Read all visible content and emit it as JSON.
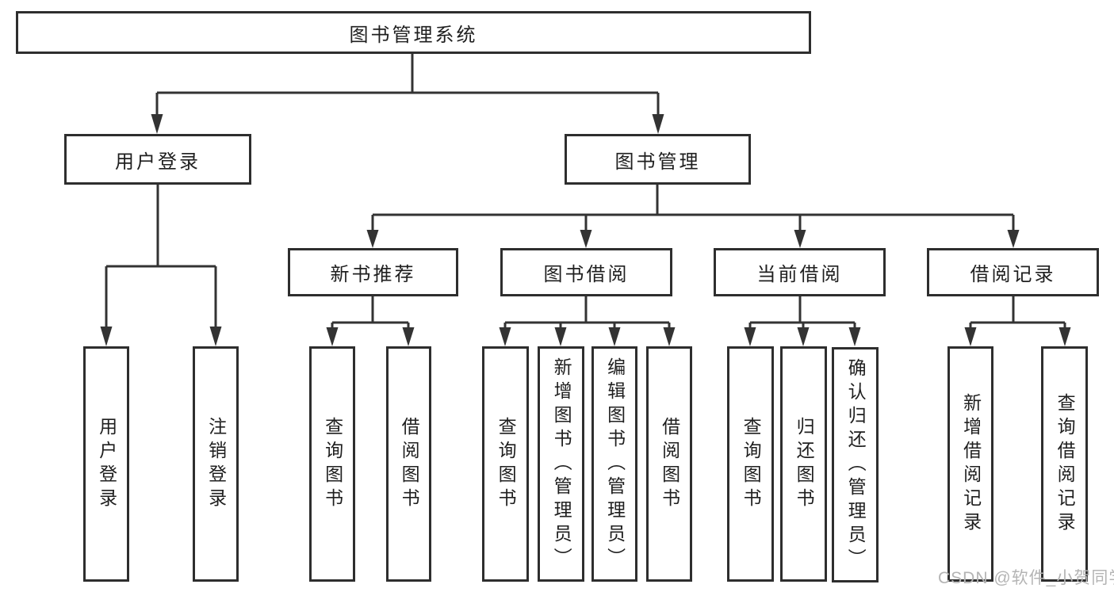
{
  "diagram": {
    "root": {
      "label": "图书管理系统",
      "children": [
        {
          "label": "用户登录",
          "children": [
            {
              "label": "用户登录"
            },
            {
              "label": "注销登录"
            }
          ]
        },
        {
          "label": "图书管理",
          "children": [
            {
              "label": "新书推荐",
              "children": [
                {
                  "label": "查询图书"
                },
                {
                  "label": "借阅图书"
                }
              ]
            },
            {
              "label": "图书借阅",
              "children": [
                {
                  "label": "查询图书"
                },
                {
                  "label": "新增图书（管理员）"
                },
                {
                  "label": "编辑图书（管理员）"
                },
                {
                  "label": "借阅图书"
                }
              ]
            },
            {
              "label": "当前借阅",
              "children": [
                {
                  "label": "查询图书"
                },
                {
                  "label": "归还图书"
                },
                {
                  "label": "确认归还（管理员）"
                }
              ]
            },
            {
              "label": "借阅记录",
              "children": [
                {
                  "label": "新增借阅记录"
                },
                {
                  "label": "查询借阅记录"
                }
              ]
            }
          ]
        }
      ]
    }
  },
  "watermark": {
    "text": "CSDN @软件_小贺同学"
  },
  "colors": {
    "line": "#333333",
    "border": "#2e2e2e",
    "text": "#1f1f1f",
    "watermark": "#b4b4b4",
    "background": "#ffffff"
  }
}
